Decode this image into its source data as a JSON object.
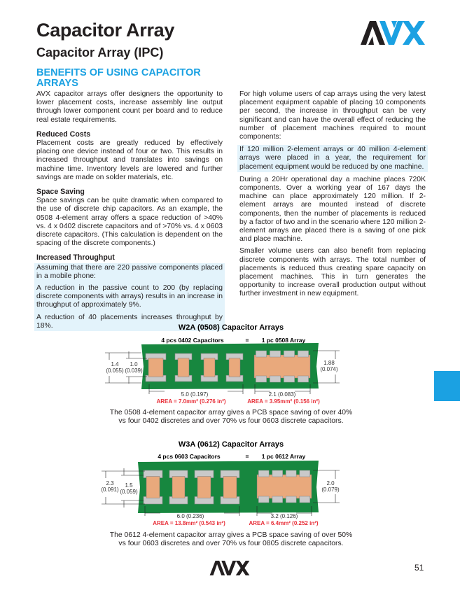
{
  "header": {
    "title": "Capacitor Array",
    "subtitle": "Capacitor Array (IPC)",
    "logo_text": "AVX"
  },
  "section_heading": "BENEFITS OF USING CAPACITOR ARRAYS",
  "left_column": {
    "intro": "AVX capacitor arrays offer designers the opportunity to lower placement costs, increase assembly line output through lower component count per board and to reduce real estate requirements.",
    "reduced_costs": {
      "heading": "Reduced Costs",
      "text": "Placement costs are greatly reduced by effectively placing one device instead of four or two. This results in increased throughput and translates into savings on machine time. Inventory levels are lowered and further savings are made on solder materials, etc."
    },
    "space_saving": {
      "heading": "Space Saving",
      "text": "Space savings can be quite dramatic when compared to the use of discrete chip capacitors. As an example, the 0508 4-element array offers a space reduction of >40% vs. 4 x 0402 discrete capacitors and of >70% vs. 4 x 0603 discrete capacitors. (This calculation is dependent on the spacing of the discrete components.)"
    },
    "throughput": {
      "heading": "Increased Throughput",
      "p1": "Assuming that there are 220 passive components placed in a mobile phone:",
      "p2": "A reduction in the passive count to 200 (by replacing discrete components with arrays) results in an increase in throughput of approximately 9%.",
      "p3": "A reduction of 40 placements increases throughput by 18%."
    }
  },
  "right_column": {
    "p1": "For high volume users of cap arrays using the very latest placement equipment capable of placing 10 components per second, the increase in throughput can be very significant and can have the overall effect of reducing the number of placement machines required to mount components:",
    "highlight": "If 120 million 2-element arrays or 40 million 4-element arrays were placed in a year, the requirement for placement equipment would be reduced by one machine.",
    "p2": "During a 20Hr operational day a machine places 720K components. Over a working year of 167 days the machine can place approximately 120 million. If 2-element arrays are mounted instead of discrete components, then the number of placements is reduced by a factor of two and in the scenario where 120 million 2-element arrays are placed there is a saving of one pick and place machine.",
    "p3": "Smaller volume users can also benefit from replacing discrete components with arrays. The total number of placements is reduced thus creating spare capacity on placement machines. This in turn generates the opportunity to increase overall production output without further investment in new equipment."
  },
  "diagrams": [
    {
      "title": "W2A (0508) Capacitor Arrays",
      "left_label": "4 pcs 0402 Capacitors",
      "equals": "=",
      "right_label": "1 pc 0508 Array",
      "dim_outer": [
        "1.4",
        "(0.055)"
      ],
      "dim_inner": [
        "1.0",
        "(0.039)"
      ],
      "dim_right": [
        "1.88",
        "(0.074)"
      ],
      "width_left": "5.0 (0.197)",
      "width_right": "2.1 (0.083)",
      "area_left": "AREA = 7.0mm² (0.276 in²)",
      "area_right": "AREA = 3.95mm² (0.156 in²)",
      "caption": [
        "The 0508 4-element capacitor array gives a PCB space saving of over 40%",
        "vs four 0402 discretes and over 70% vs four 0603 discrete capacitors."
      ]
    },
    {
      "title": "W3A (0612) Capacitor Arrays",
      "left_label": "4 pcs 0603 Capacitors",
      "equals": "=",
      "right_label": "1 pc 0612 Array",
      "dim_outer": [
        "2.3",
        "(0.091)"
      ],
      "dim_inner": [
        "1.5",
        "(0.059)"
      ],
      "dim_right": [
        "2.0",
        "(0.079)"
      ],
      "width_left": "6.0 (0.236)",
      "width_right": "3.2 (0.126)",
      "area_left": "AREA = 13.8mm² (0.543 in²)",
      "area_right": "AREA = 6.4mm² (0.252 in²)",
      "caption": [
        "The 0612 4-element capacitor array gives a PCB space saving of over 50%",
        "vs four 0603 discretes and over 70% vs four 0805 discrete capacitors."
      ]
    }
  ],
  "footer": {
    "logo_text": "AVX",
    "page_number": "51"
  },
  "colors": {
    "brand_blue": "#1ba1e2",
    "pcb_green": "#17873f",
    "ceramic": "#e9a97c",
    "terminal": "#c9c9c9",
    "area_red": "#e8303a",
    "highlight_bg": "#e3f3fb"
  }
}
